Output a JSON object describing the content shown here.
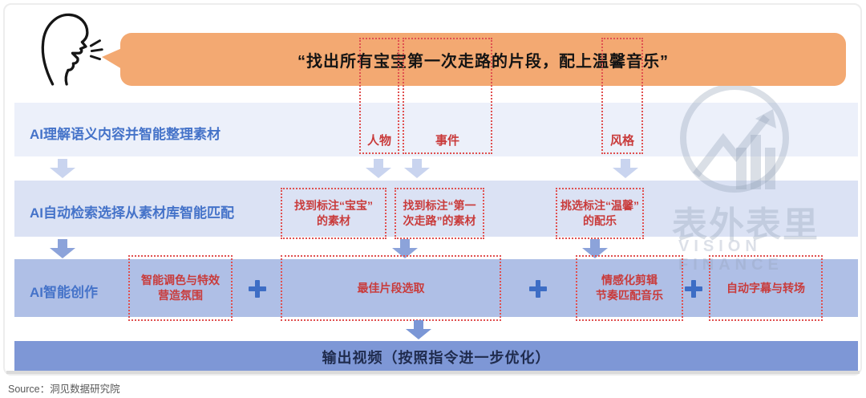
{
  "bubble": {
    "text": "“找出所有宝宝第一次走路的片段，配上温馨音乐”"
  },
  "keywords": {
    "k1": "人物",
    "k2": "事件",
    "k3": "风格"
  },
  "row1": {
    "label": "AI理解语义内容并智能整理素材"
  },
  "row2": {
    "label": "AI自动检索选择从素材库智能匹配",
    "box1": "找到标注“宝宝”\n的素材",
    "box2": "找到标注“第一\n次走路”的素材",
    "box3": "挑选标注“温馨”\n的配乐"
  },
  "row3": {
    "label": "AI智能创作",
    "box1": "智能调色与特效\n营造氛围",
    "box2": "最佳片段选取",
    "box3": "情感化剪辑\n节奏匹配音乐",
    "box4": "自动字幕与转场"
  },
  "output": {
    "text": "输出视频（按照指令进一步优化）"
  },
  "footer": {
    "source": "Source：洞见数据研究院"
  },
  "watermark": {
    "brand": "表外表里",
    "tagline": "VISION FINANCE"
  },
  "icons": {
    "speaker": "speaking-person-icon",
    "logo": "growth-chart-icon",
    "arrow": "down-arrow-icon",
    "plus": "plus-icon"
  },
  "colors": {
    "bubble": "#F3A972",
    "row1_bg": "#ECF0FA",
    "row2_bg": "#DBE2F4",
    "row3_bg": "#AFBFE6",
    "output_bg": "#7E97D6",
    "accent_blue": "#4573C9",
    "red": "#C93B3B"
  }
}
